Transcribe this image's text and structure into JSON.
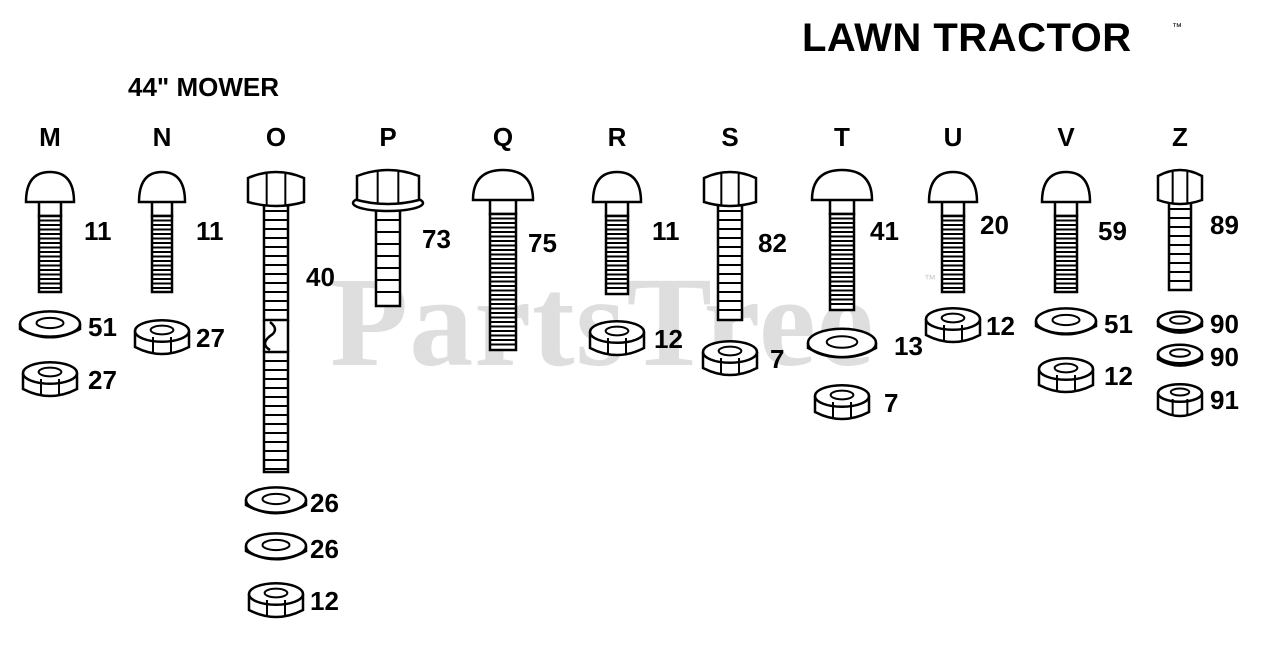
{
  "title": "LAWN TRACTOR",
  "subtitle": "44\" MOWER",
  "trademark": "™",
  "watermark": {
    "text": "PartsTree",
    "trademark": "™"
  },
  "colors": {
    "ink": "#000000",
    "paper": "#ffffff",
    "watermark": "#d3d3d3"
  },
  "columns": [
    {
      "letter": "M",
      "bolt": {
        "type": "carriage",
        "ref": "11"
      },
      "parts": [
        {
          "type": "washer",
          "ref": "51"
        },
        {
          "type": "nut",
          "ref": "27"
        }
      ]
    },
    {
      "letter": "N",
      "bolt": {
        "type": "carriage",
        "ref": "11"
      },
      "parts": [
        {
          "type": "nut",
          "ref": "27"
        }
      ]
    },
    {
      "letter": "O",
      "bolt": {
        "type": "hex",
        "ref": "40"
      },
      "parts": [
        {
          "type": "washer",
          "ref": "26"
        },
        {
          "type": "washer",
          "ref": "26"
        },
        {
          "type": "nut",
          "ref": "12"
        }
      ]
    },
    {
      "letter": "P",
      "bolt": {
        "type": "flange-hex",
        "ref": "73"
      },
      "parts": []
    },
    {
      "letter": "Q",
      "bolt": {
        "type": "carriage",
        "ref": "75"
      },
      "parts": []
    },
    {
      "letter": "R",
      "bolt": {
        "type": "carriage",
        "ref": "11"
      },
      "parts": [
        {
          "type": "nut",
          "ref": "12"
        }
      ]
    },
    {
      "letter": "S",
      "bolt": {
        "type": "hex",
        "ref": "82"
      },
      "parts": [
        {
          "type": "nut",
          "ref": "7"
        }
      ]
    },
    {
      "letter": "T",
      "bolt": {
        "type": "carriage",
        "ref": "41"
      },
      "parts": [
        {
          "type": "washer",
          "ref": "13"
        },
        {
          "type": "nut",
          "ref": "7"
        }
      ]
    },
    {
      "letter": "U",
      "bolt": {
        "type": "carriage",
        "ref": "20"
      },
      "parts": [
        {
          "type": "nut",
          "ref": "12"
        }
      ]
    },
    {
      "letter": "V",
      "bolt": {
        "type": "carriage",
        "ref": "59"
      },
      "parts": [
        {
          "type": "washer",
          "ref": "51"
        },
        {
          "type": "nut",
          "ref": "12"
        }
      ]
    },
    {
      "letter": "Z",
      "bolt": {
        "type": "hex",
        "ref": "89"
      },
      "parts": [
        {
          "type": "washer",
          "ref": "90"
        },
        {
          "type": "washer",
          "ref": "90"
        },
        {
          "type": "nut",
          "ref": "91"
        }
      ]
    }
  ]
}
